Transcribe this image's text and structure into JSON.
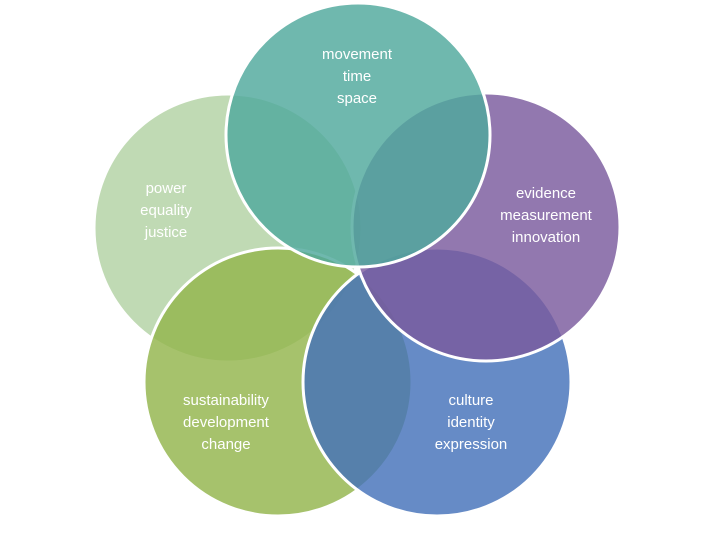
{
  "diagram": {
    "circles": [
      {
        "id": "top",
        "color": "#4fa89c",
        "lines": [
          "movement",
          "time",
          "space"
        ]
      },
      {
        "id": "right",
        "color": "#7a5a9e",
        "lines": [
          "evidence",
          "measurement",
          "innovation"
        ]
      },
      {
        "id": "bottom-right",
        "color": "#4472ba",
        "lines": [
          "culture",
          "identity",
          "expression"
        ]
      },
      {
        "id": "bottom-left",
        "color": "#93b44c",
        "lines": [
          "sustainability",
          "development",
          "change"
        ]
      },
      {
        "id": "left",
        "color": "#b2d2a4",
        "lines": [
          "power",
          "equality",
          "justice"
        ]
      }
    ]
  }
}
